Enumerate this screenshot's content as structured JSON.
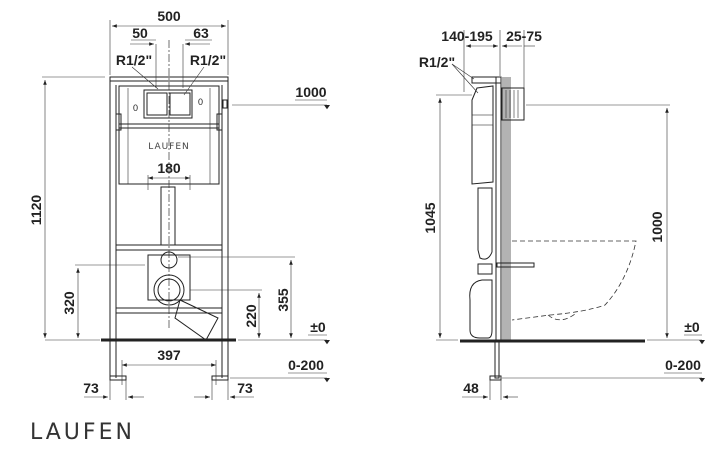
{
  "front_view": {
    "width": "500",
    "left_offset": "50",
    "right_offset": "63",
    "connection_left": "R1/2\"",
    "connection_right": "R1/2\"",
    "height_total": "1120",
    "button_height": "1000",
    "tank_brand": "LAUFEN",
    "drain_width": "180",
    "drain_height": "320",
    "supply_height": "355",
    "outlet_height": "220",
    "floor_level": "±0",
    "floor_adjust": "0-200",
    "foot_spacing": "397",
    "foot_left": "73",
    "foot_right": "73"
  },
  "side_view": {
    "depth": "140-195",
    "wall_gap": "25-75",
    "connection": "R1/2\"",
    "height_frame": "1045",
    "button_height": "1000",
    "floor_level": "±0",
    "floor_adjust": "0-200",
    "foot_depth": "48"
  },
  "brand": {
    "logo": "LAUFEN"
  },
  "colors": {
    "line": "#222222",
    "wall": "#b3b3b3"
  }
}
